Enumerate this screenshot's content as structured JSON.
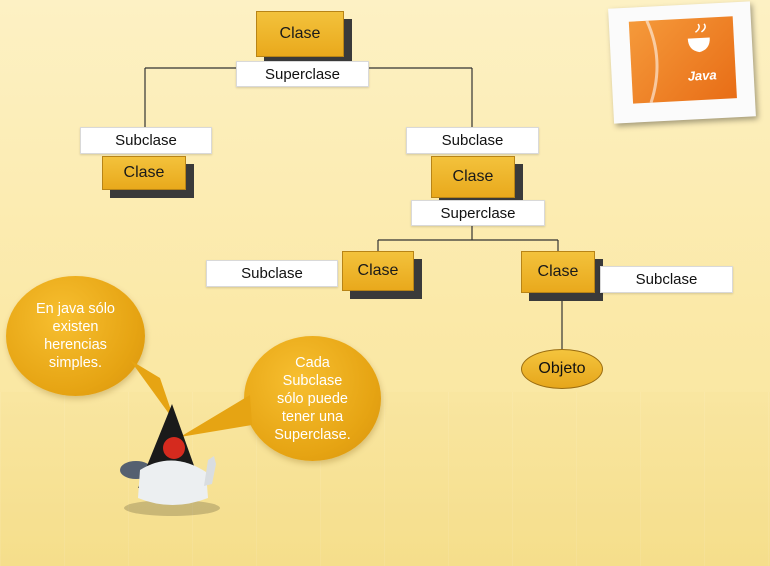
{
  "diagram": {
    "top_class": "Clase",
    "top_superclass": "Superclase",
    "left_subclass": "Subclase",
    "left_class": "Clase",
    "right_subclass": "Subclase",
    "right_class": "Clase",
    "right_superclass": "Superclase",
    "bottom_left_subclass": "Subclase",
    "bottom_left_class": "Clase",
    "bottom_right_class": "Clase",
    "bottom_right_subclass": "Subclase",
    "object": "Objeto"
  },
  "bubbles": {
    "left": [
      "En java sólo",
      "existen",
      "herencias",
      "simples."
    ],
    "right": [
      "Cada",
      "Subclase",
      "sólo puede",
      "tener una",
      "Superclase."
    ]
  },
  "logo": {
    "text": "Java"
  },
  "colors": {
    "node_fill": "#f3c23c",
    "node_shadow": "#3a3a3a",
    "bubble_fill": "#e6a413",
    "logo_orange": "#e86d16"
  }
}
